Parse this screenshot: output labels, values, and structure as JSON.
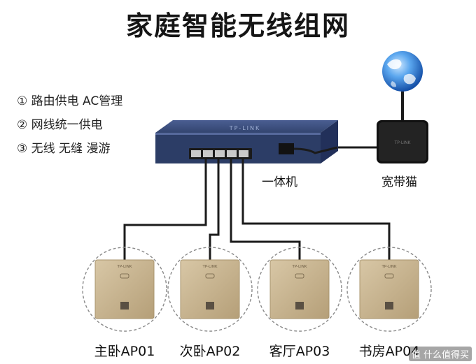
{
  "title": "家庭智能无线组网",
  "features": [
    "① 路由供电 AC管理",
    "② 网线统一供电",
    "③ 无线 无缝 漫游"
  ],
  "devices": {
    "router_label": "一体机",
    "modem_label": "宽带猫",
    "router_brand": "TP-LINK",
    "modem_brand": "TP-LINK"
  },
  "access_points": [
    {
      "label": "主卧AP01",
      "brand": "TP-LINK"
    },
    {
      "label": "次卧AP02",
      "brand": "TP-LINK"
    },
    {
      "label": "客厅AP03",
      "brand": "TP-LINK"
    },
    {
      "label": "书房AP04",
      "brand": "TP-LINK"
    }
  ],
  "watermark": "值 什么值得买",
  "colors": {
    "router_body": "#2c3d66",
    "router_top": "#3d5184",
    "ap_panel": "#c9b592",
    "cable": "#1b1b1b",
    "globe": "#2f7fd8"
  }
}
